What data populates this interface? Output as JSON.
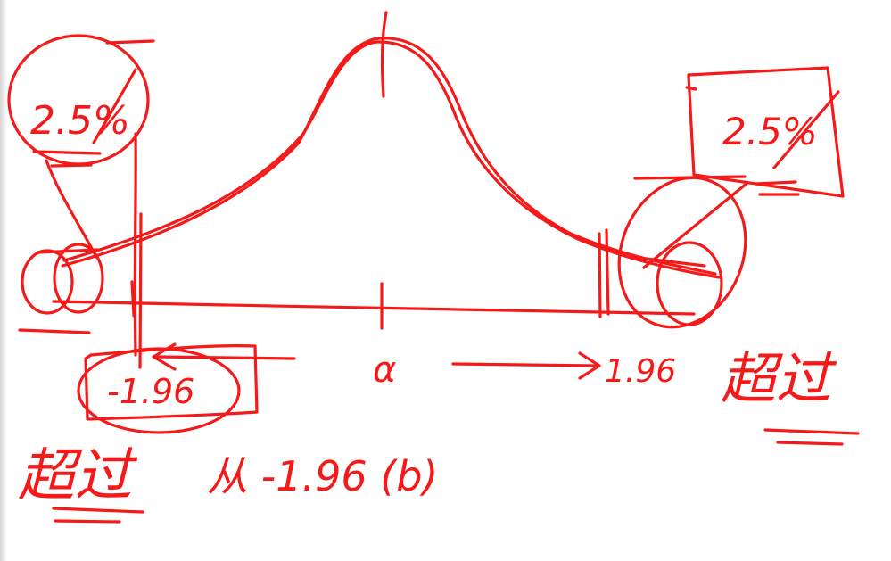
{
  "annotations": {
    "left_tail_percent": "2.5%",
    "right_tail_percent": "2.5%",
    "center_label": "α",
    "left_bound": "-1.96",
    "right_bound": "1.96",
    "right_reject_label": "超过",
    "bottom_reject_label": "超过",
    "bottom_formula": "从 -1.96 (b)"
  },
  "colors": {
    "ink": "#f41a1a",
    "background": "#ffffff"
  }
}
